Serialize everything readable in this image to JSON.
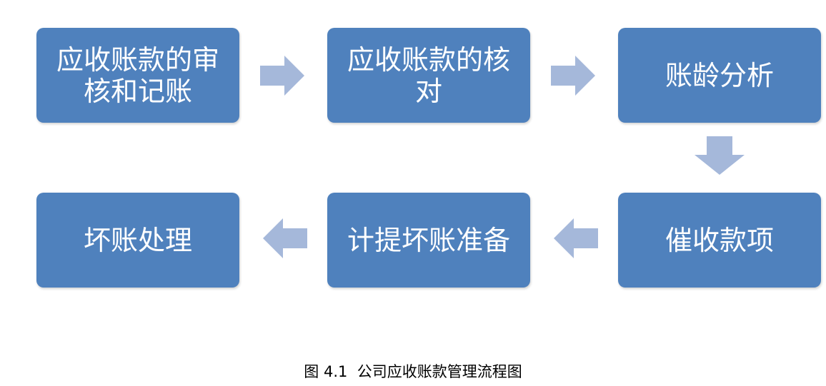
{
  "flow": {
    "steps": [
      "应收账款的审核和记账",
      "应收账款的核对",
      "账龄分析",
      "催收款项",
      "计提坏账准备",
      "坏账处理"
    ],
    "box_color": "#4f81bd",
    "arrow_color": "#a5b8da"
  },
  "caption": "图 4.1  公司应收账款管理流程图"
}
